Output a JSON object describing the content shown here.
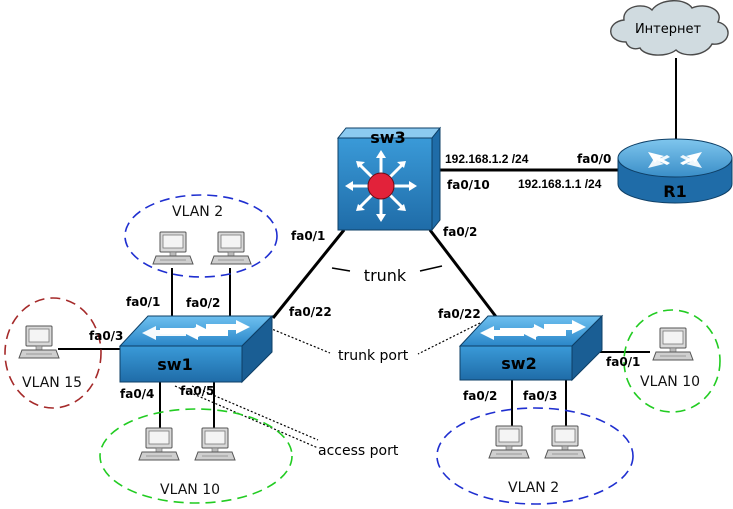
{
  "internet": {
    "label": "Интернет"
  },
  "router": {
    "name": "R1",
    "port": "fa0/0",
    "ip": "192.168.1.1 /24"
  },
  "sw3": {
    "name": "sw3",
    "port_uplink": "fa0/10",
    "ip": "192.168.1.2 /24",
    "port_sw1": "fa0/1",
    "port_sw2": "fa0/2"
  },
  "sw1": {
    "name": "sw1",
    "p1": "fa0/1",
    "p2": "fa0/2",
    "p3": "fa0/3",
    "p4": "fa0/4",
    "p5": "fa0/5",
    "p22": "fa0/22"
  },
  "sw2": {
    "name": "sw2",
    "p1": "fa0/1",
    "p2": "fa0/2",
    "p3": "fa0/3",
    "p22": "fa0/22"
  },
  "labels": {
    "trunk": "trunk",
    "trunk_port": "trunk port",
    "access_port": "access port"
  },
  "vlans": {
    "sw1_top": "VLAN 2",
    "sw1_left": "VLAN 15",
    "sw1_bottom": "VLAN 10",
    "sw2_right": "VLAN 10",
    "sw2_bottom": "VLAN 2"
  },
  "colors": {
    "vlan2": "#1f2fd0",
    "vlan10": "#22cc22",
    "vlan15": "#a52a2a",
    "switch": "#2a86c8",
    "router": "#2f86c0"
  }
}
